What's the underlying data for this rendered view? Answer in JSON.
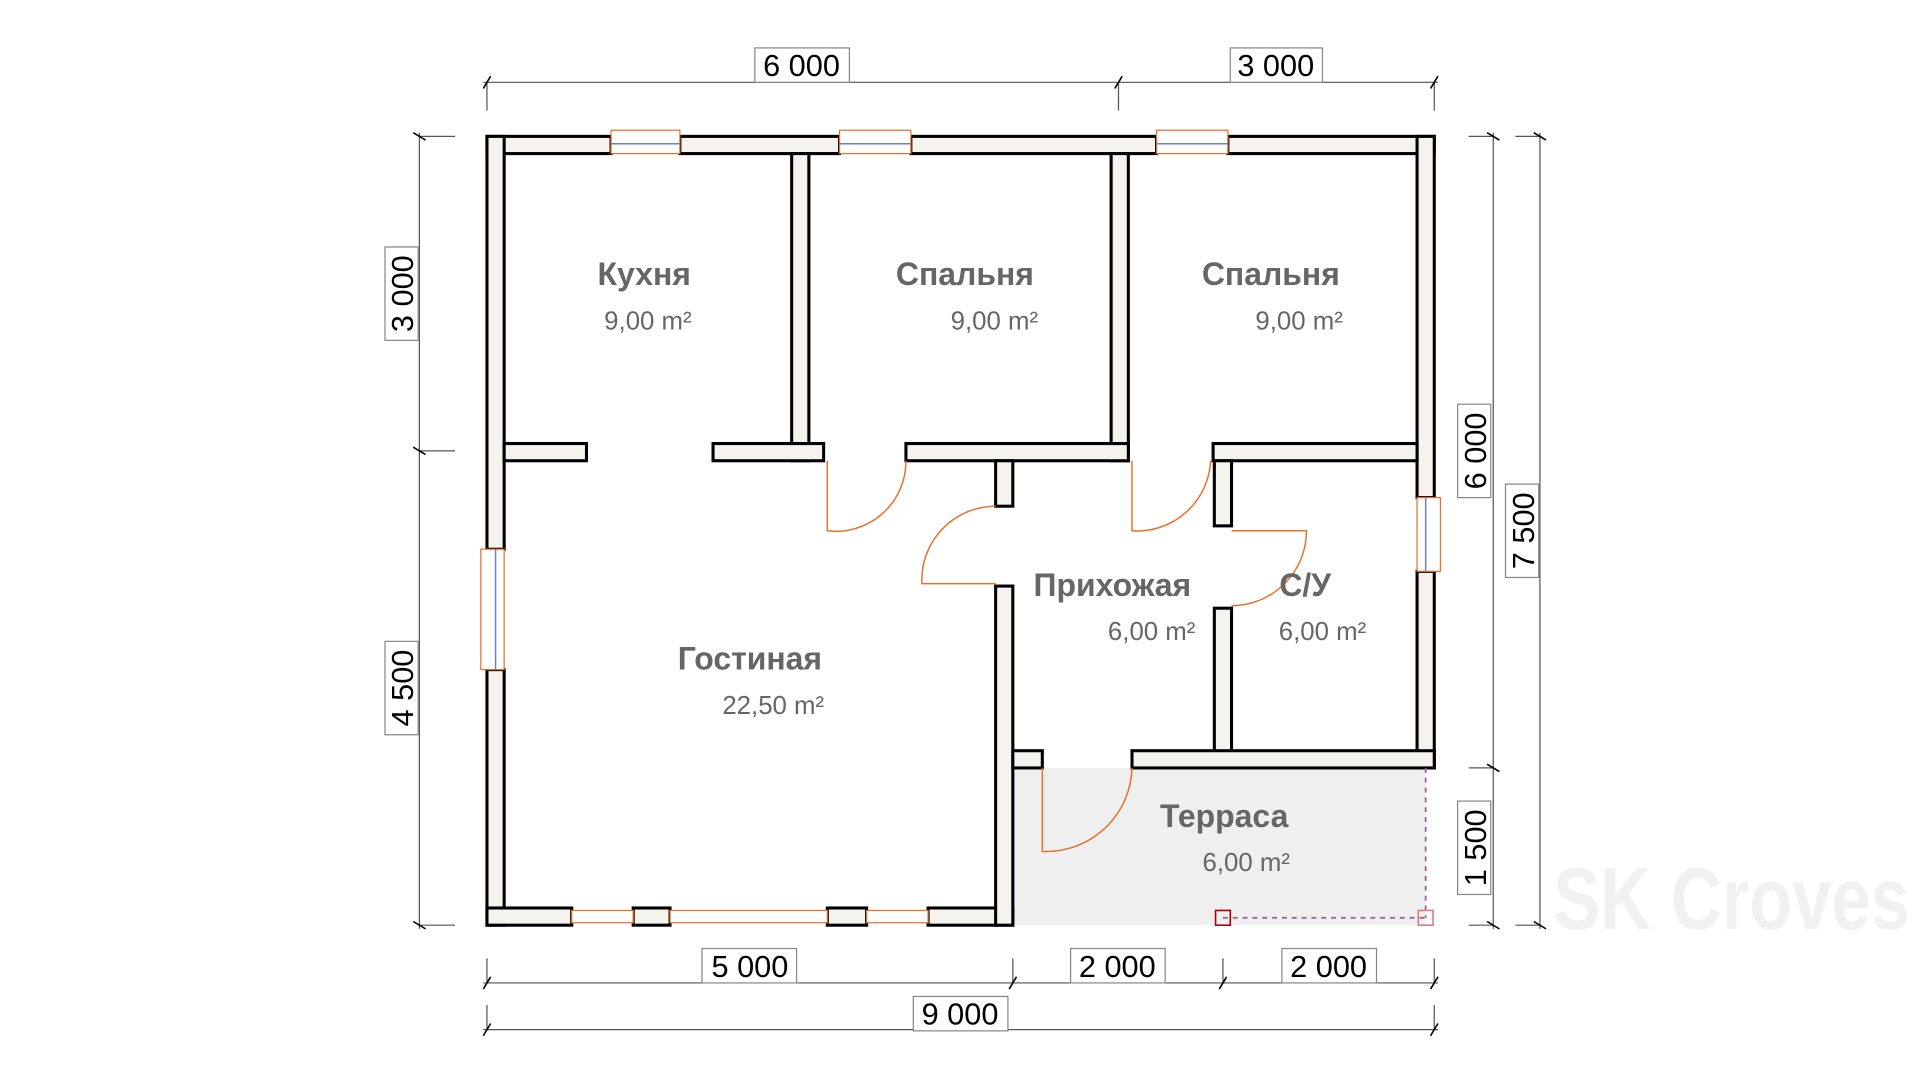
{
  "dimensions": {
    "top": [
      "6 000",
      "3 000"
    ],
    "left": [
      "3 000",
      "4 500"
    ],
    "right_inner": [
      "6 000",
      "1 500"
    ],
    "right_outer": "7 500",
    "bottom": [
      "5 000",
      "2 000",
      "2 000"
    ],
    "bottom_total": "9 000"
  },
  "rooms": [
    {
      "name": "Кухня",
      "area": "9,00 m²"
    },
    {
      "name": "Спальня",
      "area": "9,00 m²"
    },
    {
      "name": "Спальня",
      "area": "9,00 m²"
    },
    {
      "name": "Прихожая",
      "area": "6,00 m²"
    },
    {
      "name": "С/У",
      "area": "6,00 m²"
    },
    {
      "name": "Гостиная",
      "area": "22,50 m²"
    },
    {
      "name": "Терраса",
      "area": "6,00 m²"
    }
  ],
  "watermark": "SK Croves",
  "colors": {
    "wall_fill": "#f4f3ee",
    "door": "#e8702a",
    "terrace": "#efefef",
    "text": "#666666"
  }
}
